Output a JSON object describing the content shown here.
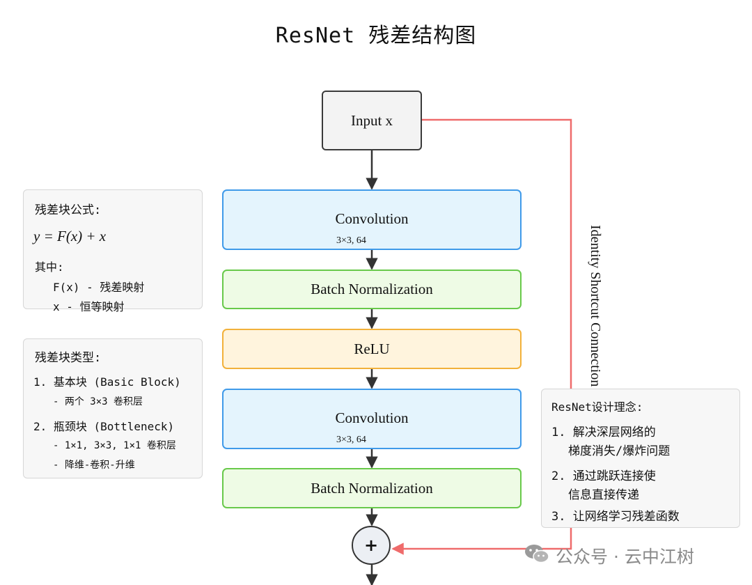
{
  "title": "ResNet 残差结构图",
  "input": {
    "label": "Input x"
  },
  "blocks": [
    {
      "label": "Convolution",
      "sub": "3×3, 64"
    },
    {
      "label": "Batch Normalization"
    },
    {
      "label": "ReLU"
    },
    {
      "label": "Convolution",
      "sub": "3×3, 64"
    },
    {
      "label": "Batch Normalization"
    }
  ],
  "add_node": {
    "symbol": "+"
  },
  "shortcut": {
    "label": "Identity Shortcut Connection"
  },
  "formula_panel": {
    "heading": "残差块公式:",
    "formula": "y = F(x) + x",
    "where": "其中:",
    "lines": [
      "F(x) - 残差映射",
      "x - 恒等映射"
    ]
  },
  "types_panel": {
    "heading": "残差块类型:",
    "items": [
      {
        "title": "1. 基本块 (Basic Block)",
        "details": [
          "- 两个 3×3 卷积层"
        ]
      },
      {
        "title": "2. 瓶颈块 (Bottleneck)",
        "details": [
          "- 1×1, 3×3, 1×1 卷积层",
          "- 降维-卷积-升维"
        ]
      }
    ]
  },
  "design_panel": {
    "heading": "ResNet设计理念:",
    "items": [
      {
        "l1": "1. 解决深层网络的",
        "l2": "梯度消失/爆炸问题"
      },
      {
        "l1": "2. 通过跳跃连接使",
        "l2": "信息直接传递"
      },
      {
        "l1": "3. 让网络学习残差函数",
        "l2": ""
      }
    ]
  },
  "watermark": {
    "text": "公众号 · 云中江树"
  },
  "colors": {
    "conv_border": "#3f9ae9",
    "conv_fill": "#e4f4fd",
    "bn_border": "#68c94a",
    "bn_fill": "#eefbe5",
    "relu_border": "#f2b13a",
    "relu_fill": "#fff4dd",
    "shortcut": "#ef6b6b",
    "arrow": "#333333"
  }
}
